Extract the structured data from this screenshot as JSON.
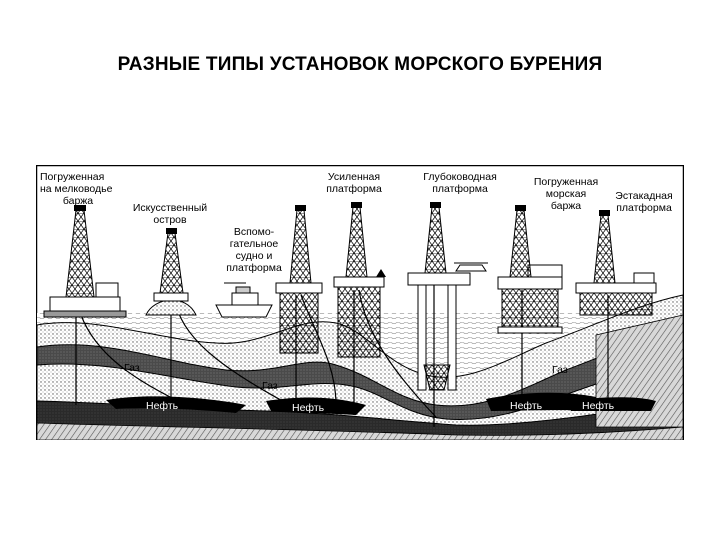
{
  "title": "РАЗНЫЕ ТИПЫ УСТАНОВОК МОРСКОГО БУРЕНИЯ",
  "labels": {
    "submerged_shallow": [
      "Погруженная",
      "на мелководье",
      "баржа"
    ],
    "artificial_island": [
      "Искусственный",
      "остров"
    ],
    "aux_vessel": [
      "Вспомо-",
      "гательное",
      "судно и",
      "платформа"
    ],
    "reinforced_platform": [
      "Усиленная",
      "платформа"
    ],
    "deepwater_platform": [
      "Глубоководная",
      "платформа"
    ],
    "submerged_sea": [
      "Погруженная",
      "морская",
      "баржа"
    ],
    "trestle_platform": [
      "Эстакадная",
      "платформа"
    ]
  },
  "zones": {
    "gas": "Газ",
    "oil": "Нефть"
  }
}
